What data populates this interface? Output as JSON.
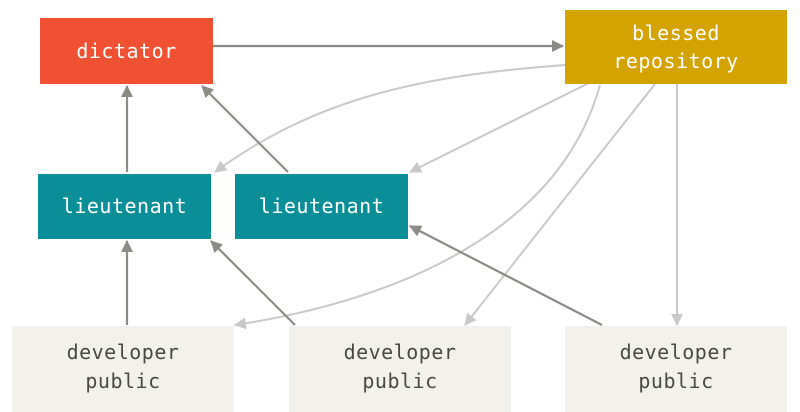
{
  "colors": {
    "dictator": "#f05133",
    "blessed": "#d5a300",
    "lieutenant": "#0a8f99",
    "developer": "#f2f1ec",
    "white_text": "#ffffff",
    "dark_text": "#4a4a45",
    "edge_dark": "#8d8b85",
    "edge_light": "#c9c9c9"
  },
  "nodes": {
    "dictator": {
      "lines": [
        "dictator"
      ]
    },
    "blessed": {
      "lines": [
        "blessed",
        "repository"
      ]
    },
    "lieutenant_1": {
      "lines": [
        "lieutenant"
      ]
    },
    "lieutenant_2": {
      "lines": [
        "lieutenant"
      ]
    },
    "developer_1": {
      "lines": [
        "developer",
        "public"
      ]
    },
    "developer_2": {
      "lines": [
        "developer",
        "public"
      ]
    },
    "developer_3": {
      "lines": [
        "developer",
        "public"
      ]
    }
  }
}
